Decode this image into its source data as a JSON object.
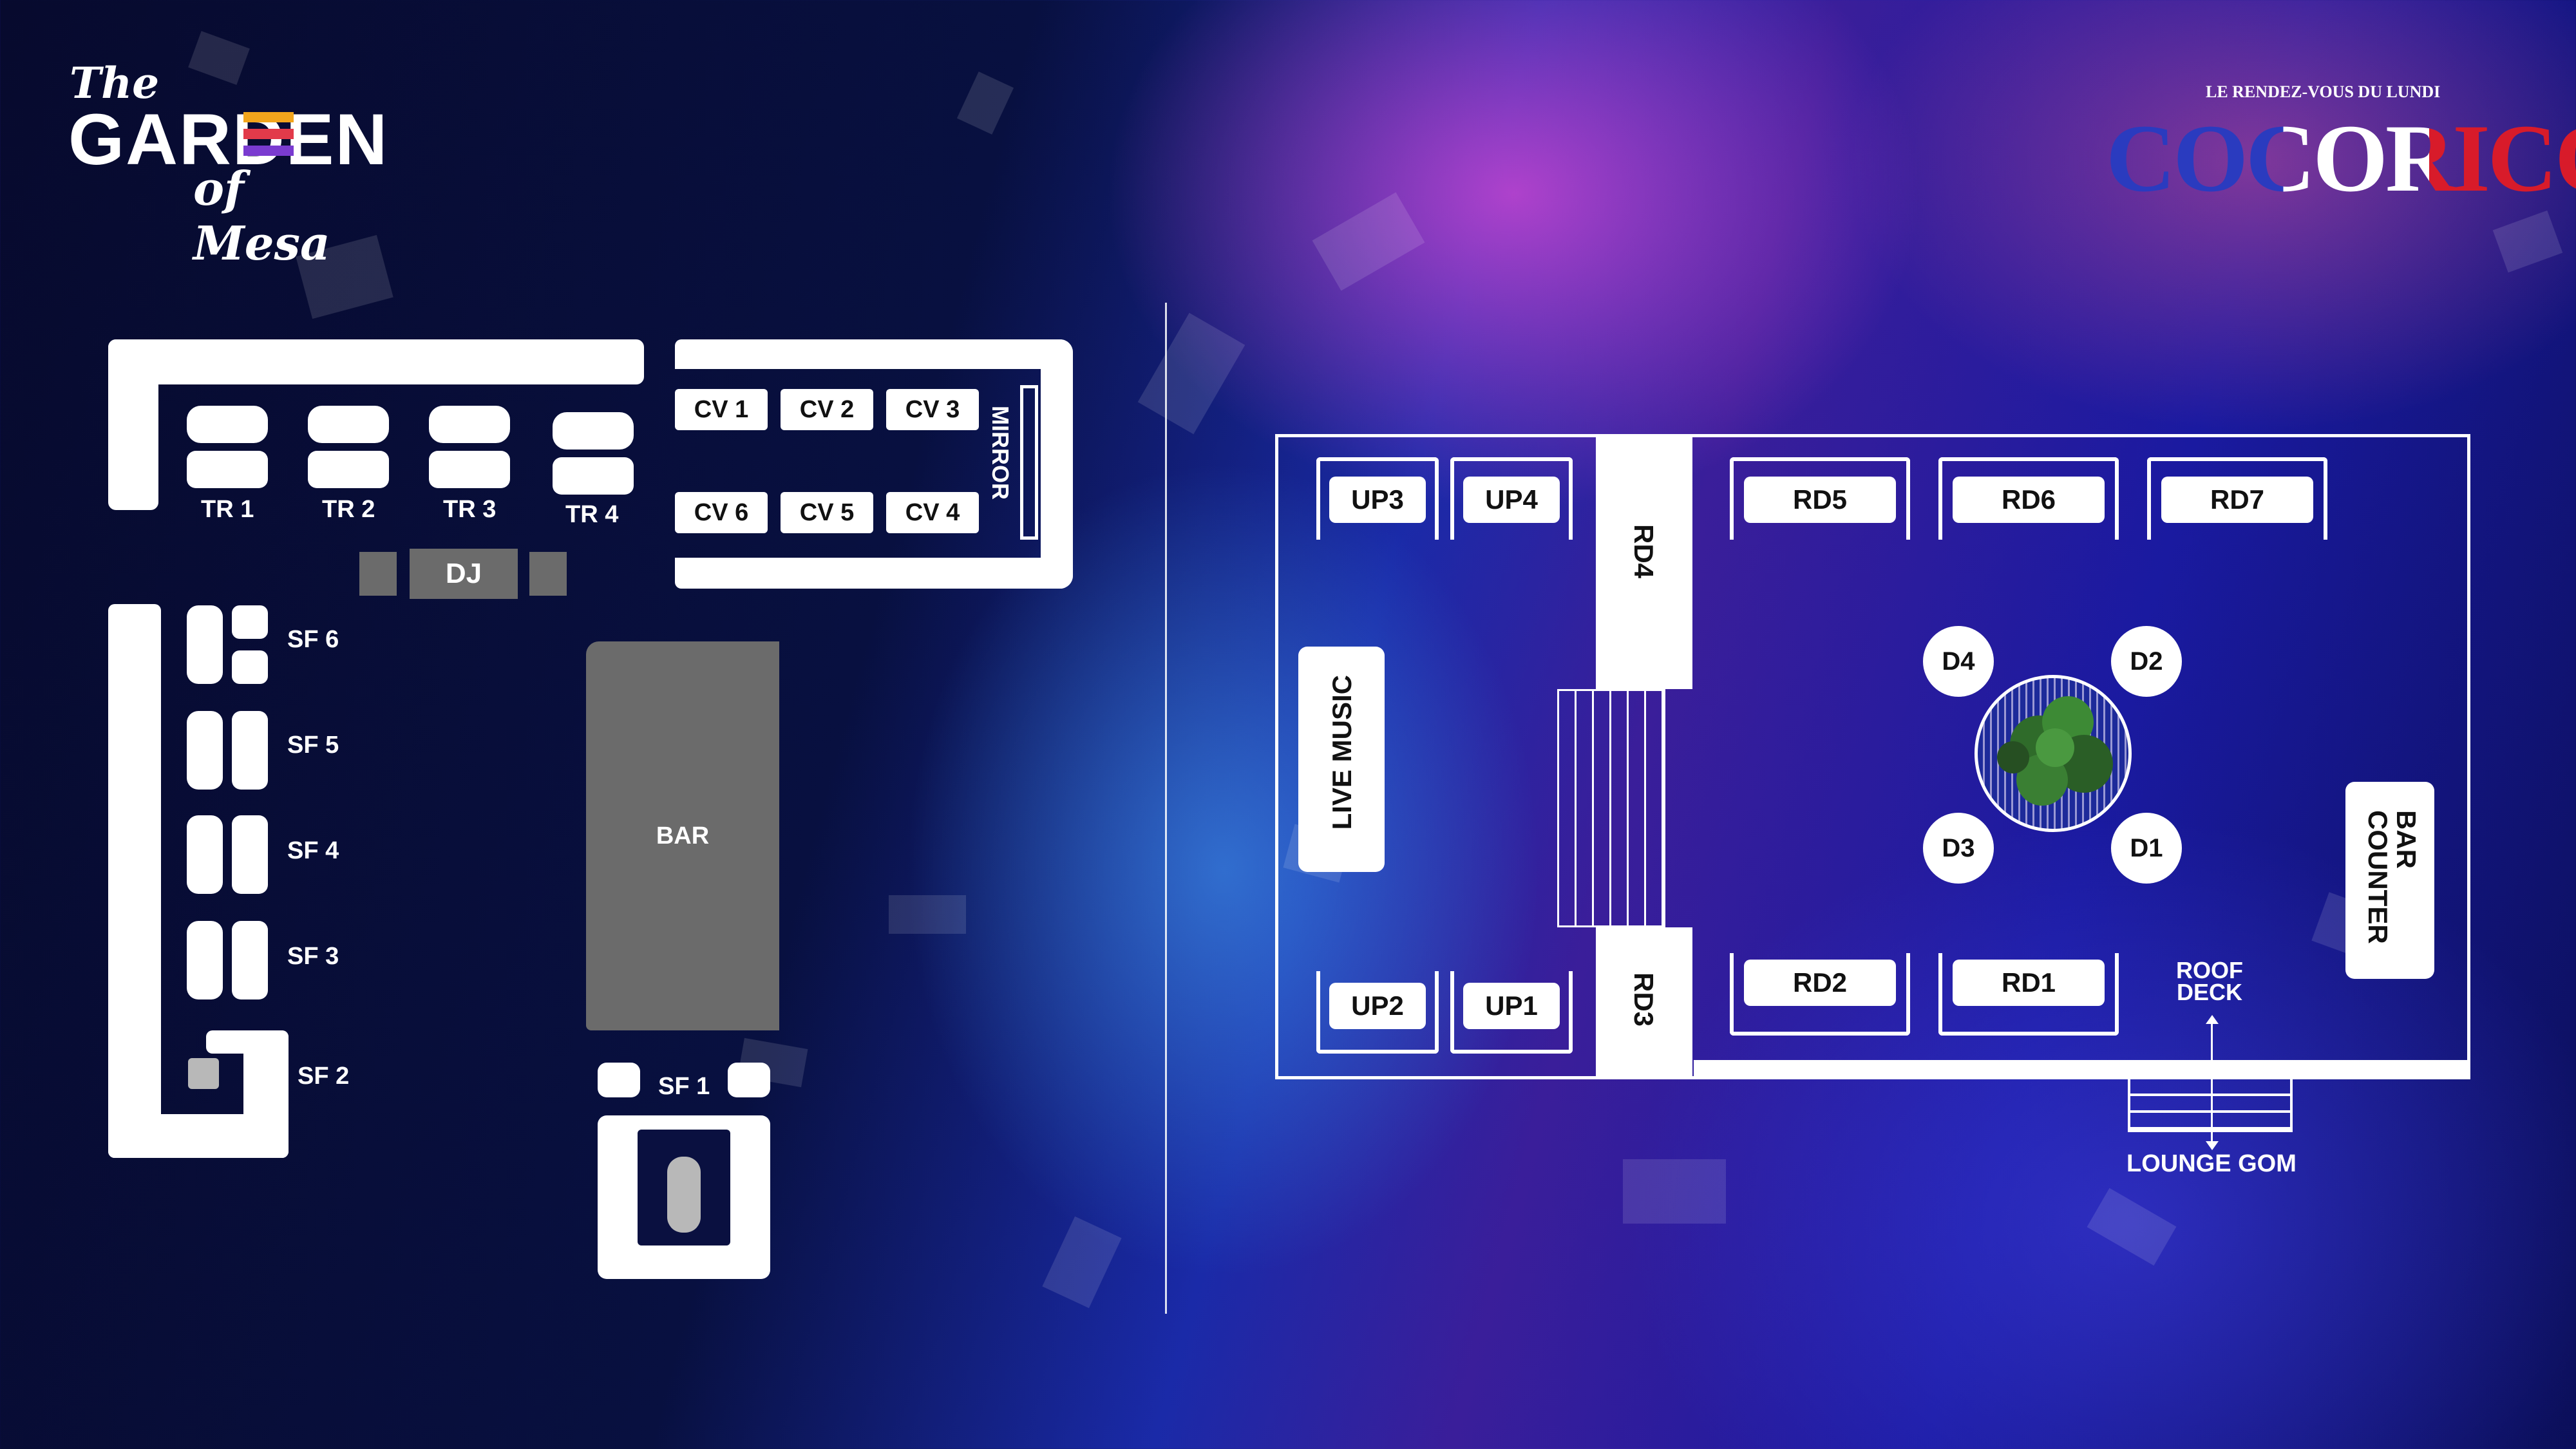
{
  "logos": {
    "garden": {
      "the": "The",
      "garden": "GARDEN",
      "of_mesa": "of Mesa"
    },
    "cocorico": {
      "tagline": "LE RENDEZ-VOUS DU LUNDI",
      "name": "COCORICO",
      "colors": [
        "#2a3bbf",
        "#ffffff",
        "#d81b2a"
      ]
    }
  },
  "left_floor": {
    "tr_tables": [
      "TR 1",
      "TR 2",
      "TR 3",
      "TR 4"
    ],
    "cv_tables_top": [
      "CV 1",
      "CV 2",
      "CV 3"
    ],
    "cv_tables_bottom": [
      "CV 6",
      "CV 5",
      "CV 4"
    ],
    "mirror": "MIRROR",
    "dj": "DJ",
    "sofas": [
      "SF 6",
      "SF 5",
      "SF 4",
      "SF 3",
      "SF 2"
    ],
    "sf1": "SF 1",
    "bar": "BAR"
  },
  "right_floor": {
    "up_top": [
      "UP3",
      "UP4"
    ],
    "up_bottom": [
      "UP2",
      "UP1"
    ],
    "rd_top": [
      "RD5",
      "RD6",
      "RD7"
    ],
    "rd_bottom": [
      "RD2",
      "RD1"
    ],
    "rd4": "RD4",
    "rd3": "RD3",
    "live_music": "LIVE MUSIC",
    "bar_counter": "BAR COUNTER",
    "dining": [
      "D4",
      "D2",
      "D3",
      "D1"
    ],
    "roof_deck": "ROOF DECK",
    "lounge_gom": "LOUNGE GOM"
  },
  "colors": {
    "wall": "#ffffff",
    "furniture_gray": "#6b6b6b",
    "tree_green": "#2f6b2a"
  }
}
